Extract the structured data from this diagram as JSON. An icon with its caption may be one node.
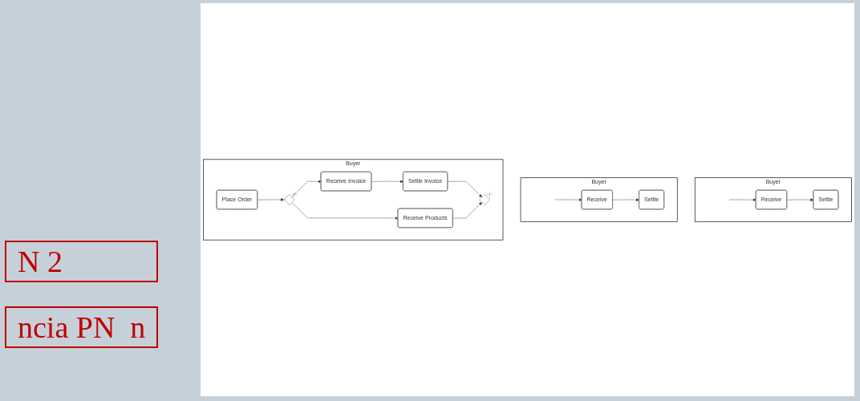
{
  "diagram": {
    "nodes": [
      {
        "text": [
          "Buyer"
        ]
      },
      {
        "text": [
          "Receive"
        ],
        "in": 0
      },
      {
        "text": [
          "Settle"
        ],
        "in": 0
      },
      {
        "text": [
          "Buyer"
        ]
      },
      {
        "text": [
          "Receive"
        ],
        "in": 3
      },
      {
        "text": [
          "Settle"
        ],
        "in": 3
      },
      {
        "text": [
          "Buyer"
        ]
      },
      {
        "text": [
          "Place Order"
        ],
        "in": 6
      },
      {
        "text": [],
        "shape": "diamond",
        "in": 6
      },
      {
        "text": [
          "Receive Invoice"
        ],
        "in": 6
      },
      {
        "text": [
          "Settle Invoice"
        ],
        "in": 6
      },
      {
        "text": [
          "Receive Products"
        ],
        "in": 6
      },
      {
        "text": [],
        "shape": "diamond",
        "in": 6
      }
    ],
    "edges": [
      {
        "from": null,
        "to": 1,
        "arrow": "to"
      },
      {
        "from": 1,
        "to": 2,
        "arrow": "to"
      },
      {
        "from": null,
        "to": 4,
        "arrow": "to"
      },
      {
        "from": 4,
        "to": 5,
        "arrow": "to"
      },
      {
        "from": 7,
        "to": 8,
        "arrow": "to"
      },
      {
        "from": 8,
        "to": 9,
        "arrow": "to"
      },
      {
        "from": 8,
        "to": 11,
        "arrow": "to"
      },
      {
        "from": 9,
        "to": 10,
        "arrow": "to"
      },
      {
        "from": 10,
        "to": 12,
        "arrow": "to"
      },
      {
        "from": 11,
        "to": 12,
        "arrow": "to"
      }
    ],
    "labels": [
      "N 2",
      "ncia PN  n"
    ]
  }
}
